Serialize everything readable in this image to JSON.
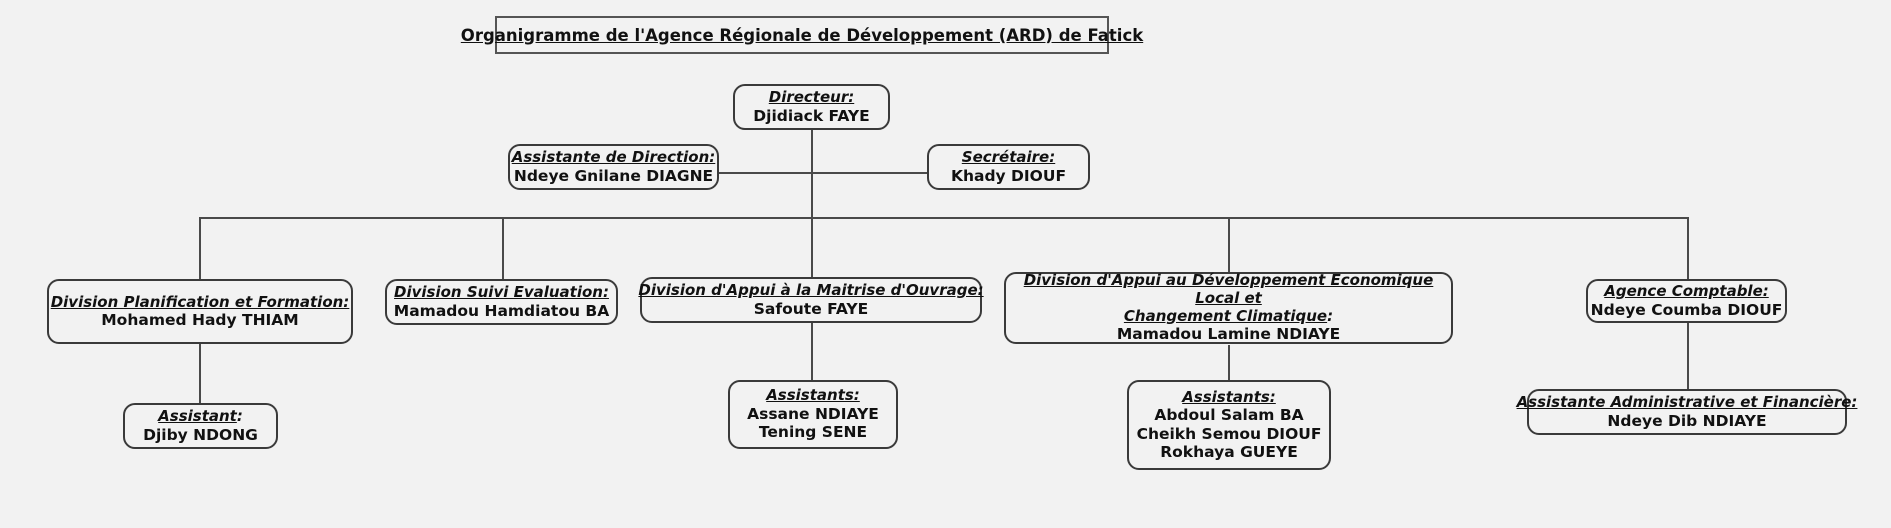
{
  "title": {
    "text": "Organigramme de l'Agence Régionale de Développement (ARD) de Fatick"
  },
  "colors": {
    "background": "#f2f2f2",
    "box_border": "#3a3a3a",
    "box_fill": "#f2f2f2",
    "line": "#4a4a4a",
    "text": "#111111"
  },
  "nodes": {
    "director": {
      "role": "Directeur:",
      "person": "Djidiack FAYE"
    },
    "assistante_direction": {
      "role": "Assistante de Direction:",
      "person": "Ndeye Gnilane DIAGNE"
    },
    "secretaire": {
      "role": "Secrétaire:",
      "person": "Khady DIOUF"
    },
    "div_planification": {
      "role": "Division Planification et Formation:",
      "person": "Mohamed Hady THIAM"
    },
    "div_suivi": {
      "role": "Division Suivi Evaluation:",
      "person": "Mamadou Hamdiatou BA"
    },
    "div_maitrise": {
      "role": "Division d'Appui à la Maitrise d'Ouvrage:",
      "person": "Safoute FAYE"
    },
    "div_dev_eco": {
      "role_line1": "Division d'Appui au Développement Economique Local et",
      "role_line2": "Changement Climatique",
      "role_colon": ":",
      "person": "Mamadou Lamine NDIAYE"
    },
    "agence_comptable": {
      "role": "Agence Comptable:",
      "person": "Ndeye Coumba DIOUF"
    },
    "assistant_planification": {
      "role": "Assistant",
      "role_colon": ":",
      "person": "Djiby NDONG"
    },
    "assistants_maitrise": {
      "role": "Assistants:",
      "person_1": "Assane NDIAYE",
      "person_2": "Tening SENE"
    },
    "assistants_dev_eco": {
      "role": "Assistants:",
      "person_1": "Abdoul Salam BA",
      "person_2": "Cheikh Semou DIOUF",
      "person_3": "Rokhaya GUEYE"
    },
    "assistante_admin": {
      "role": "Assistante Administrative et Financière:",
      "person": "Ndeye Dib NDIAYE"
    }
  }
}
